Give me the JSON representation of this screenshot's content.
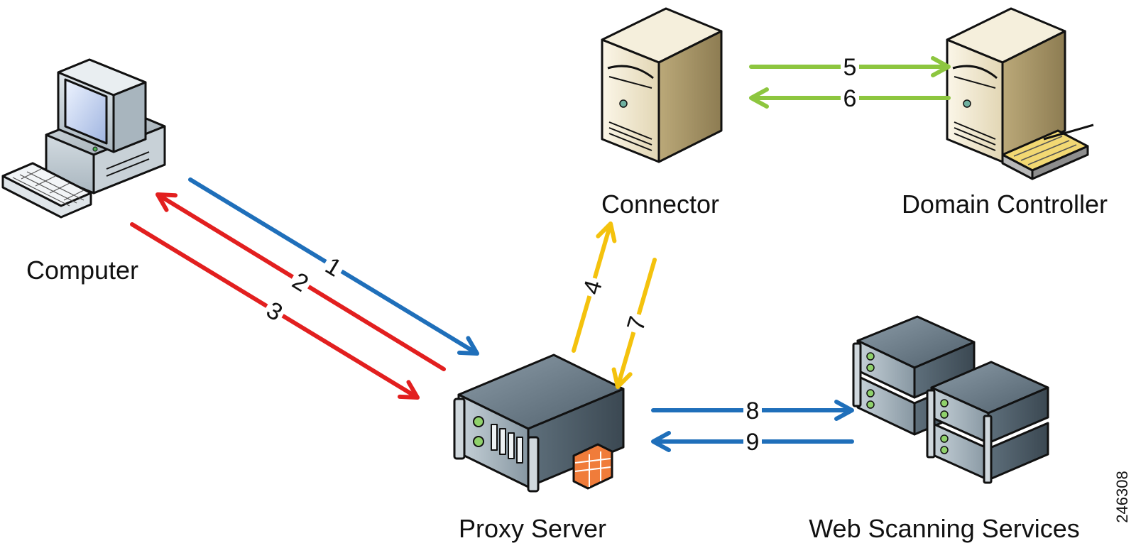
{
  "nodes": {
    "computer": {
      "label": "Computer",
      "icon": "desktop-computer-icon"
    },
    "proxy": {
      "label": "Proxy Server",
      "icon": "proxy-server-icon"
    },
    "connector": {
      "label": "Connector",
      "icon": "tower-server-icon"
    },
    "domain_controller": {
      "label": "Domain Controller",
      "icon": "tower-server-with-keyboard-icon"
    },
    "web_scanning": {
      "label": "Web Scanning Services",
      "icon": "server-cluster-icon"
    }
  },
  "steps": [
    {
      "number": "1",
      "from": "computer",
      "to": "proxy",
      "color": "#1f6fba"
    },
    {
      "number": "2",
      "from": "proxy",
      "to": "computer",
      "color": "#e21f1f"
    },
    {
      "number": "3",
      "from": "computer",
      "to": "proxy",
      "color": "#e21f1f"
    },
    {
      "number": "4",
      "from": "proxy",
      "to": "connector",
      "color": "#f4c20d"
    },
    {
      "number": "5",
      "from": "connector",
      "to": "domain_controller",
      "color": "#8dc63f"
    },
    {
      "number": "6",
      "from": "domain_controller",
      "to": "connector",
      "color": "#8dc63f"
    },
    {
      "number": "7",
      "from": "connector",
      "to": "proxy",
      "color": "#f4c20d"
    },
    {
      "number": "8",
      "from": "proxy",
      "to": "web_scanning",
      "color": "#1f6fba"
    },
    {
      "number": "9",
      "from": "web_scanning",
      "to": "proxy",
      "color": "#1f6fba"
    }
  ],
  "figure_id": "246308"
}
